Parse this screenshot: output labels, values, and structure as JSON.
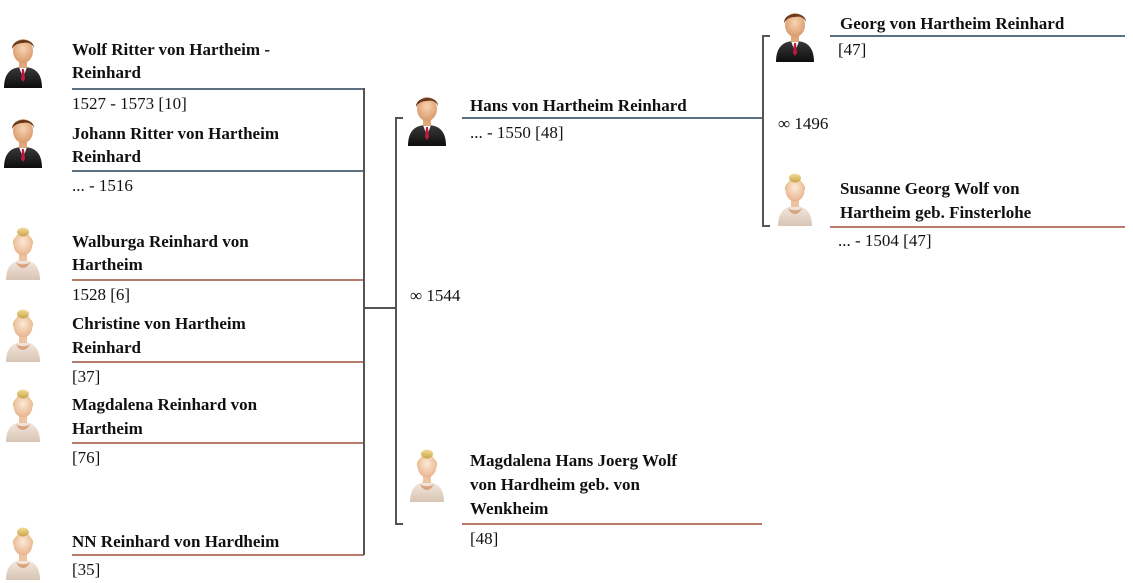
{
  "colors": {
    "male_line": "#5d7080",
    "female_line": "#b87a6a",
    "connector": "#555555"
  },
  "children": [
    {
      "name_l1": "Wolf Ritter  von Hartheim -",
      "name_l2": "Reinhard",
      "info": "1527 - 1573 [10]",
      "gender": "male",
      "icon": "male-person-icon"
    },
    {
      "name_l1": "Johann Ritter von Hartheim",
      "name_l2": "Reinhard",
      "info": "... - 1516",
      "gender": "male",
      "icon": "male-person-icon"
    },
    {
      "name_l1": "Walburga Reinhard von",
      "name_l2": "Hartheim",
      "info": "1528 [6]",
      "gender": "female",
      "icon": "female-person-icon"
    },
    {
      "name_l1": "Christine von Hartheim",
      "name_l2": "Reinhard",
      "info": "[37]",
      "gender": "female",
      "icon": "female-person-icon"
    },
    {
      "name_l1": "Magdalena Reinhard von",
      "name_l2": "Hartheim",
      "info": "[76]",
      "gender": "female",
      "icon": "female-person-icon"
    },
    {
      "name_l1": "NN Reinhard von Hardheim",
      "name_l2": "",
      "info": "[35]",
      "gender": "female",
      "icon": "female-person-icon"
    }
  ],
  "parents": {
    "father": {
      "name": "Hans von Hartheim Reinhard",
      "info": "... - 1550 [48]",
      "icon": "male-person-icon"
    },
    "mother": {
      "name_l1": "Magdalena Hans Joerg Wolf",
      "name_l2": "von Hardheim geb. von",
      "name_l3": "Wenkheim",
      "info": "[48]",
      "icon": "female-person-icon"
    },
    "marriage": "∞ 1544"
  },
  "grandparents": {
    "father": {
      "name": "Georg von Hartheim Reinhard",
      "info": "[47]",
      "icon": "male-person-icon"
    },
    "mother": {
      "name_l1": "Susanne Georg Wolf von",
      "name_l2": "Hartheim geb. Finsterlohe",
      "info": "... - 1504 [47]",
      "icon": "female-person-icon"
    },
    "marriage": "∞ 1496"
  }
}
